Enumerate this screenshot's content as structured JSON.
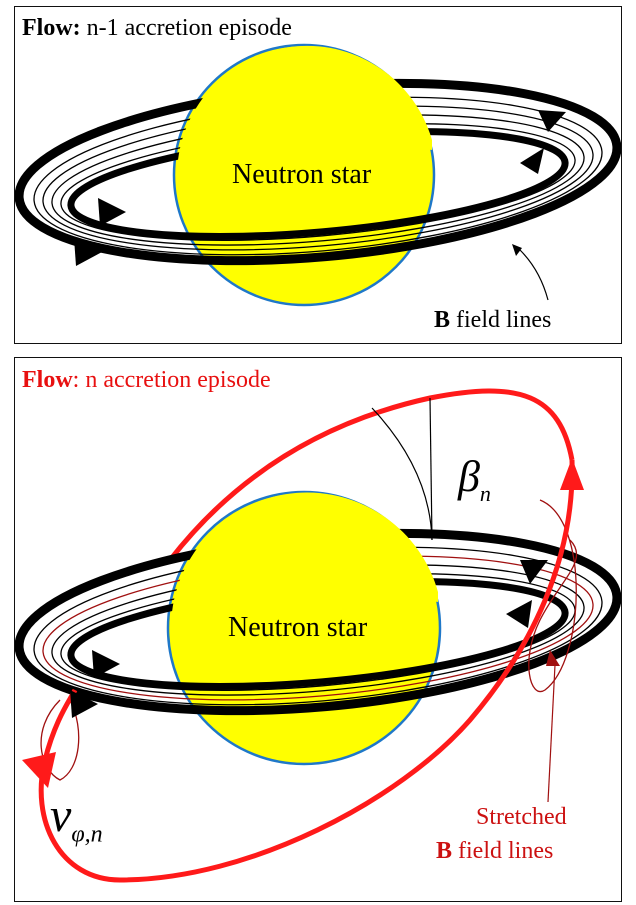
{
  "top_panel": {
    "title_bold": "Flow:",
    "title_rest": " n-1 accretion episode",
    "star_label": "Neutron star",
    "field_bold": "B",
    "field_rest": " field lines"
  },
  "bottom_panel": {
    "title_bold": "Flow",
    "title_rest": ": n accretion episode",
    "star_label": "Neutron star",
    "angle_symbol": "β",
    "angle_sub": "n",
    "velocity_symbol": "v",
    "velocity_sub": "φ,n",
    "stretched_line1": "Stretched",
    "stretched_bold": "B",
    "stretched_rest": " field lines"
  },
  "colors": {
    "star_fill": "#ffff00",
    "star_stroke": "#1f78c8",
    "flow_red": "#ff1a1a",
    "label_red": "#cc1111",
    "stretched_dark_red": "#a01010",
    "line_black": "#000000"
  }
}
